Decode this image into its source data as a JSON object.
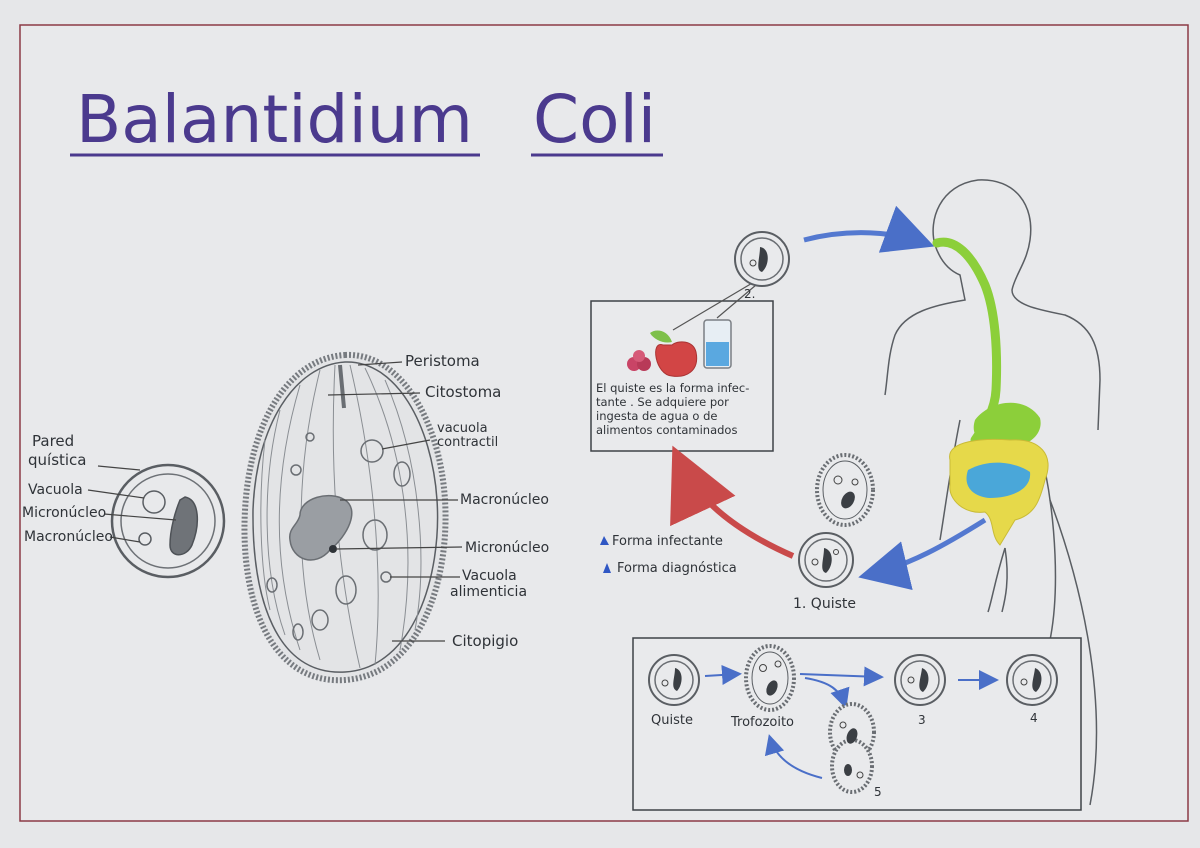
{
  "title": {
    "word1": "Balantidium",
    "word2": "Coli"
  },
  "cyst_labels": {
    "pared": "Pared\nquística",
    "vacuola": "Vacuola",
    "micronucleo": "Micronúcleo",
    "macronucleo": "Macronúcleo"
  },
  "trophozoite_labels": {
    "peristoma": "Peristoma",
    "citostoma": "Citostoma",
    "vacuola_contractil": "vacuola\ncontractil",
    "macronucleo": "Macronúcleo",
    "micronucleo": "Micronúcleo",
    "vacuola_alimenticia": "Vacuola\nalimenticia",
    "citopigio": "Citopigio"
  },
  "infection_box": {
    "text_lines": [
      "El quiste es la forma infec-",
      "tante . Se adquiere por",
      "ingesta de agua o de",
      "alimentos contaminados"
    ],
    "step_label": "2."
  },
  "legend": {
    "items": [
      {
        "label": "Forma infectante",
        "color": "#2f57c4"
      },
      {
        "label": "Forma diagnóstica",
        "color": "#2f57c4"
      }
    ]
  },
  "cycle": {
    "cyst_label": "1. Quiste",
    "box_labels": {
      "quiste": "Quiste",
      "trofozoito": "Trofozoito",
      "n3": "3",
      "n4": "4",
      "n5": "5"
    }
  },
  "colors": {
    "title": "#4b3a8e",
    "pencil": "#5a5e63",
    "arrow_blue": "#5479d0",
    "arrow_red": "#c94a4a",
    "gut_green": "#8ccf3a",
    "gut_yellow": "#e6d94a",
    "gut_blue": "#4aa7d9",
    "border": "#7a2a3a"
  }
}
